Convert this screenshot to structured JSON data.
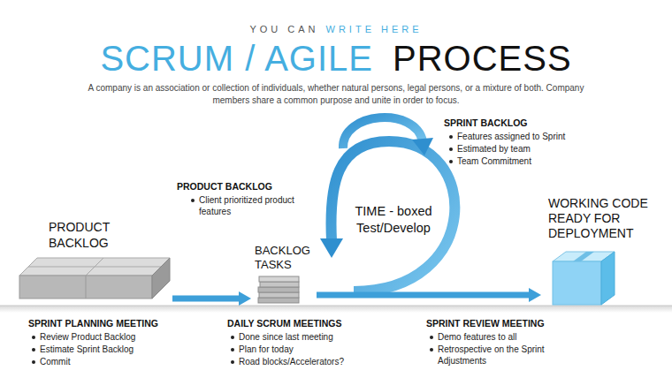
{
  "diagram": {
    "title": "SCRUM / AGILE",
    "caption": "A company is an association or collection of individuals, whether natural persons, legal persons, or a mixture of both. Company members share a common purpose and unite in order to focus.",
    "nodes": [
      {
        "text": [
          "PRODUCT BACKLOG"
        ]
      },
      {
        "text": [
          "BACKLOG TASKS"
        ]
      },
      {
        "text": [
          "TIME - boxed Test/Develop"
        ]
      },
      {
        "text": [
          "WORKING CODE READY FOR DEPLOYMENT"
        ]
      }
    ],
    "edges": [
      {
        "from": 0,
        "to": 1,
        "arrow": "to"
      },
      {
        "from": 1,
        "to": 3,
        "arrow": "to"
      }
    ],
    "labels": [
      "YOU CAN",
      "WRITE HERE",
      "PROCESS",
      "SPRINT BACKLOG",
      "Features assigned to Sprint",
      "Estimated by team",
      "Team Commitment",
      "PRODUCT BACKLOG",
      "Client prioritized product features",
      "SPRINT PLANNING MEETING",
      "Review Product Backlog",
      "Estimate Sprint Backlog",
      "Commit",
      "DAILY SCRUM MEETINGS",
      "Done since last meeting",
      "Plan for today",
      "Road blocks/Accelerators?",
      "SPRINT REVIEW MEETING",
      "Demo features to all",
      "Retrospective on the Sprint Adjustments"
    ]
  }
}
